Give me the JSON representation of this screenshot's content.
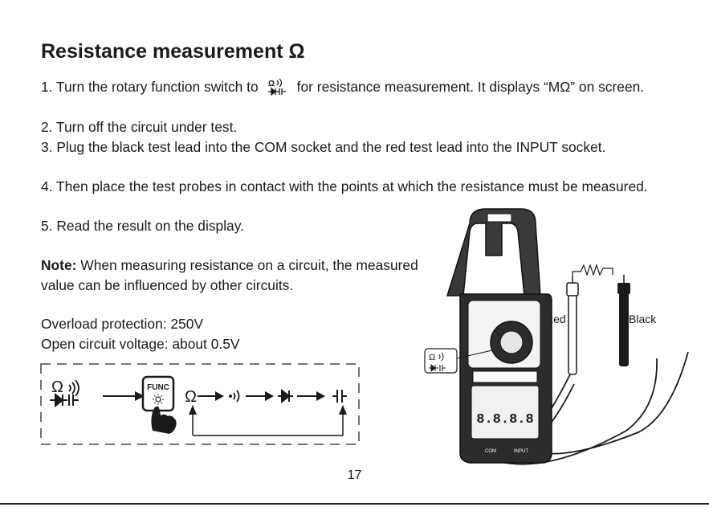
{
  "title": "Resistance measurement Ω",
  "steps": {
    "s1_before": "1. Turn the rotary function switch to",
    "s1_after": "for resistance measurement. It displays “MΩ” on screen.",
    "s2": "2. Turn off the circuit under test.",
    "s3": "3. Plug the black test lead into the COM socket and the red test lead into the INPUT socket.",
    "s4": "4. Then place the test probes in contact with the points at which the resistance must be measured.",
    "s5": "5. Read the result on the display."
  },
  "note": {
    "label": "Note:",
    "text": "When measuring resistance on a circuit, the measured value can be influenced by other circuits."
  },
  "specs": {
    "overload": "Overload protection: 250V",
    "open_circuit": "Open circuit voltage: about 0.5V"
  },
  "diagram": {
    "func_button": "FUNC",
    "omega": "Ω"
  },
  "meter": {
    "dial_omega": "Ω",
    "red_label": "Red",
    "black_label": "Black",
    "display_digits": "8.8.8.8",
    "com_label": "COM",
    "input_label": "INPUT"
  },
  "page_number": "17",
  "colors": {
    "text": "#1a1a1a",
    "line": "#222222"
  }
}
